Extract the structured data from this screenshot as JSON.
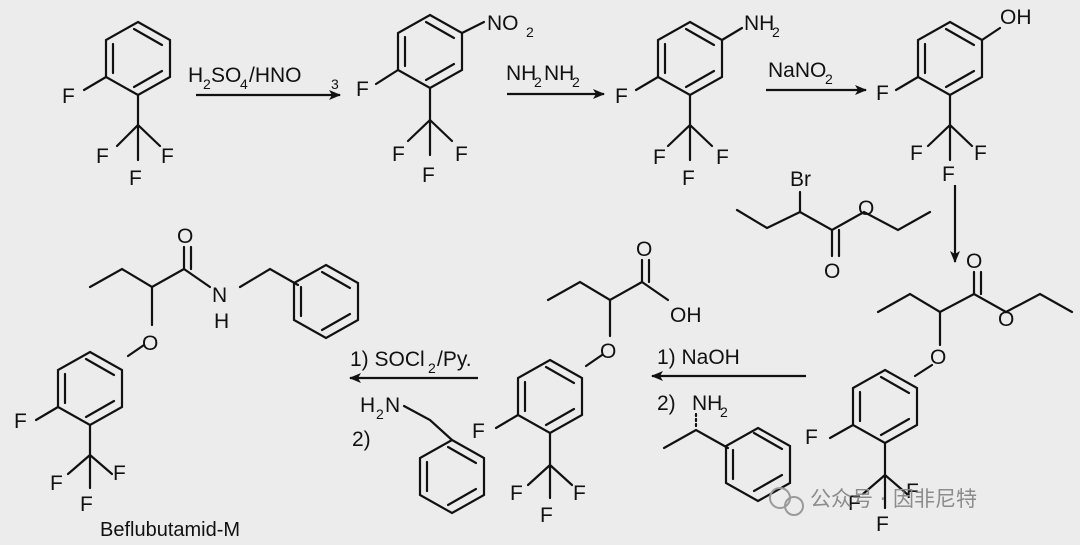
{
  "scheme": {
    "atom_labels": {
      "f": "F",
      "cf3_f": "F",
      "no2_n": "NO",
      "no2_sub": "2",
      "nh2_n": "NH",
      "nh2_sub": "2",
      "oh": "OH",
      "br": "Br",
      "o": "O",
      "h": "H",
      "n": "N",
      "h2n": "H",
      "h2n_sub": "2",
      "h2n_n": "N"
    },
    "steps": {
      "step1_reagent_a": "H",
      "step1_sub_a": "2",
      "step1_reagent_b": "SO",
      "step1_sub_b": "4",
      "step1_reagent_c": "/HNO",
      "step1_sub_c": "3",
      "step2_reagent": "NH",
      "step2_sub": "2",
      "step2_reagent_b": "NH",
      "step2_sub_b": "2",
      "step3_reagent": "NaNO",
      "step3_sub": "2",
      "step5_line1": "1) NaOH",
      "step5_line2_prefix": "2)",
      "step6_line1": "1) SOCl",
      "step6_sub": "2",
      "step6_line1_suffix": "/Py.",
      "step6_line2": "2)"
    },
    "product_name": "Beflubutamid-M",
    "watermark": "公众号 · 因非尼特"
  }
}
